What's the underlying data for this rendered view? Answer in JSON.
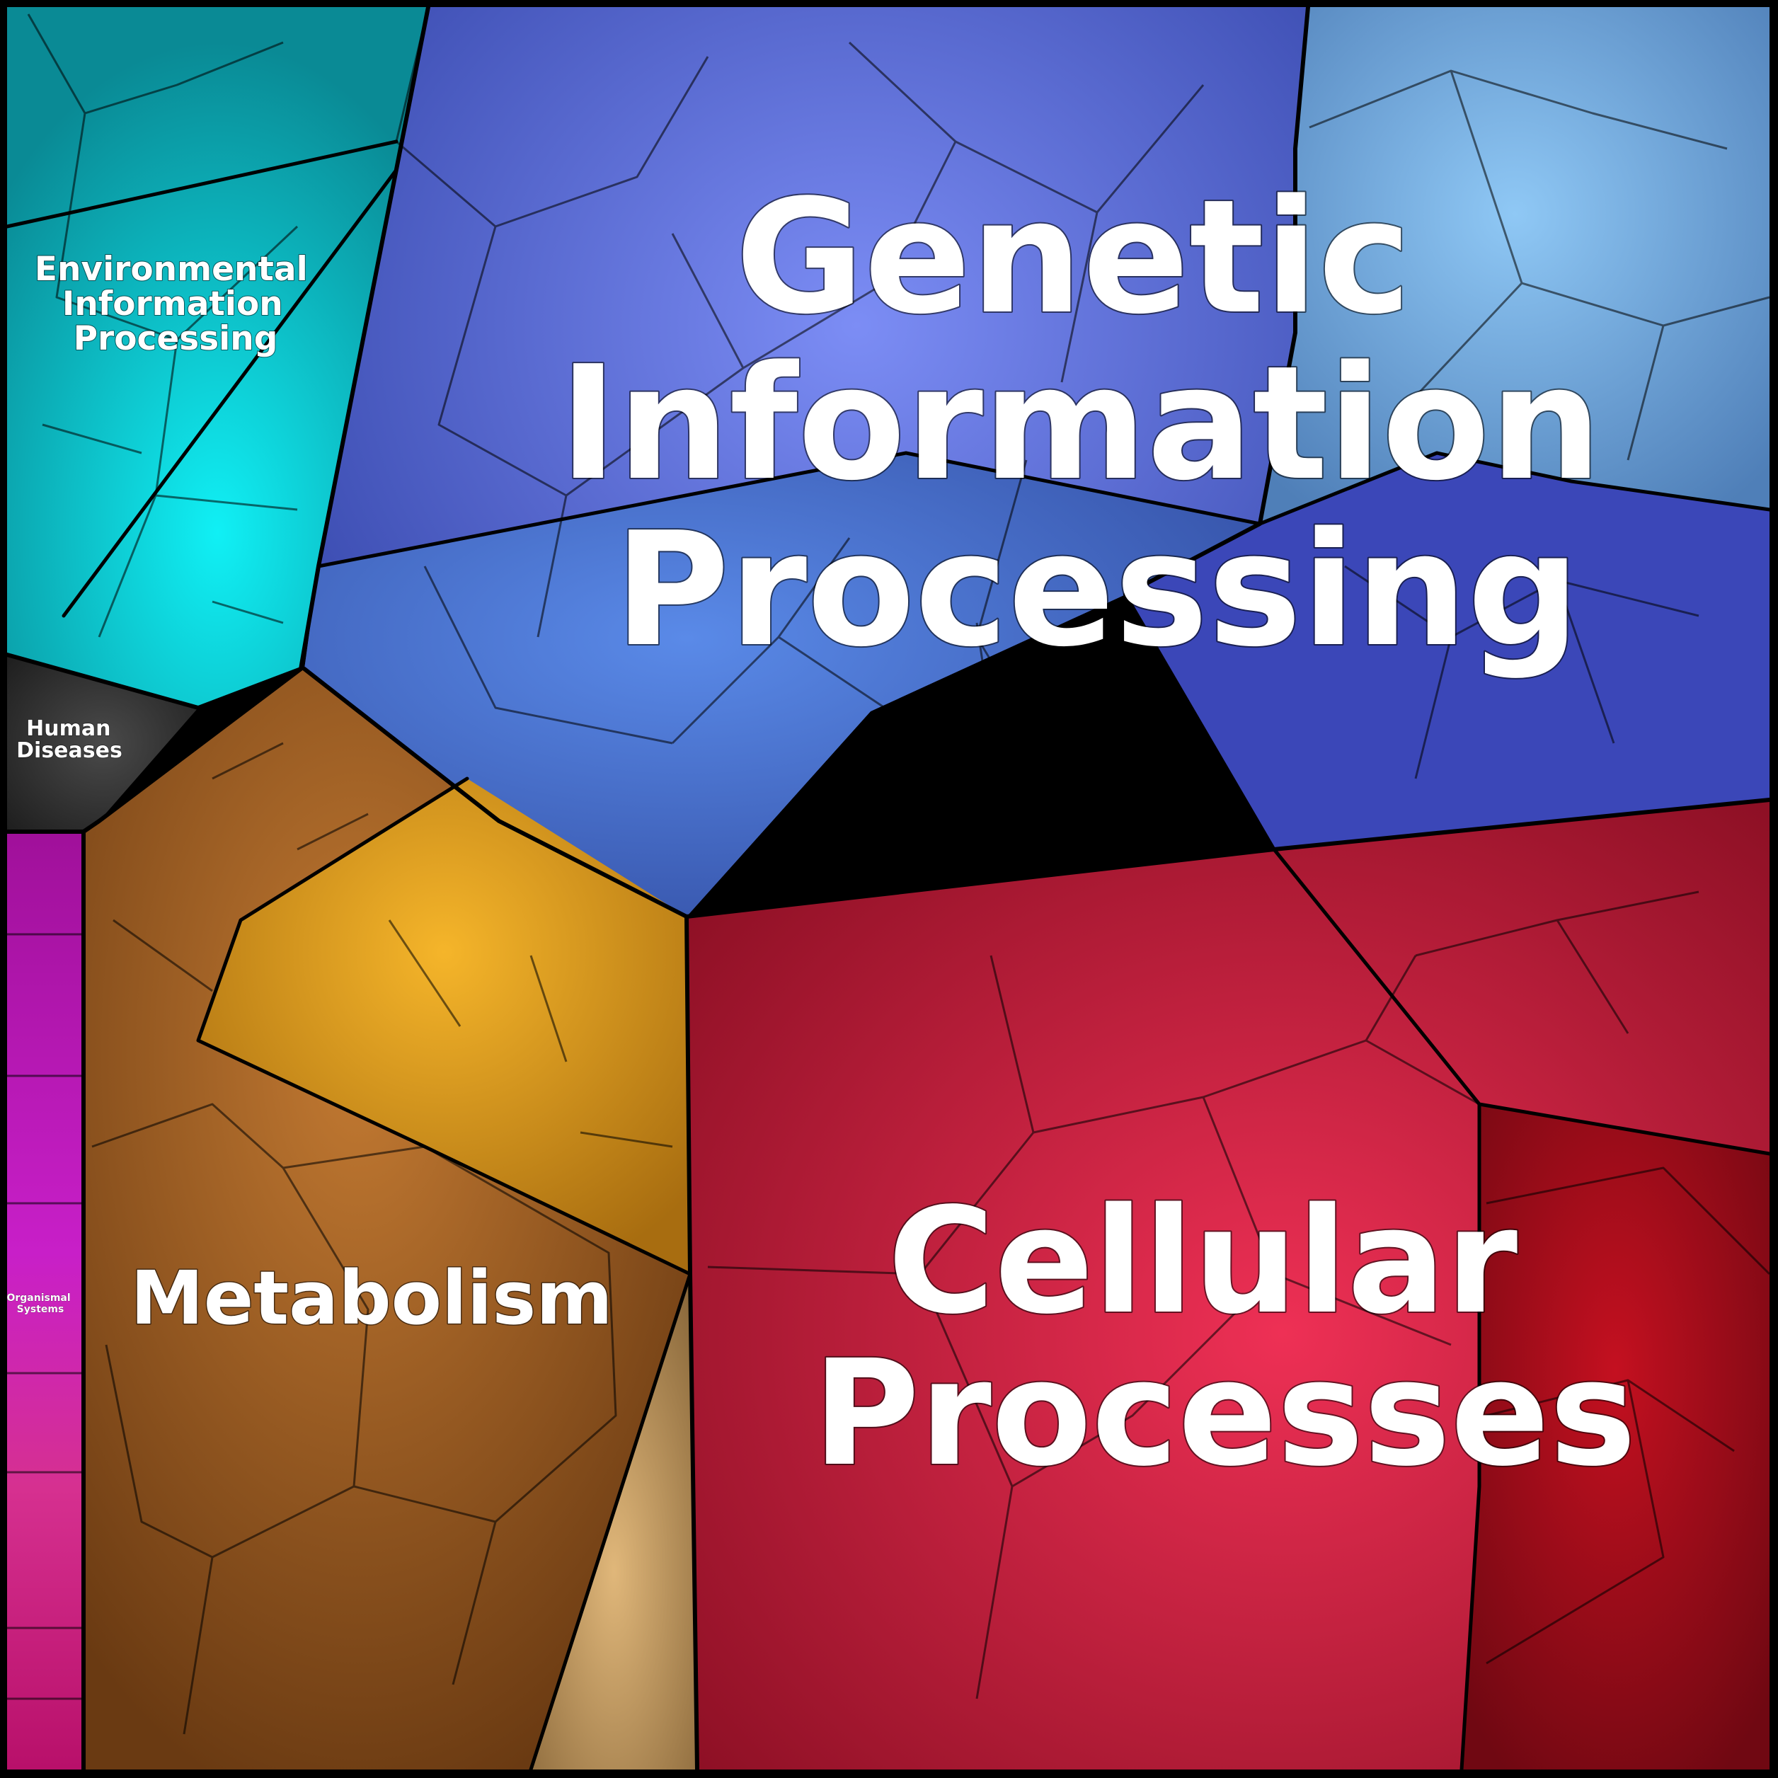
{
  "chart_data": {
    "type": "voronoi-treemap",
    "categories": [
      {
        "key": "genetic",
        "label_lines": [
          "Genetic",
          "Information",
          "Processing"
        ],
        "color": "#5a6fd8"
      },
      {
        "key": "cellular",
        "label_lines": [
          "Cellular",
          "Processes"
        ],
        "color": "#c8203e"
      },
      {
        "key": "metabolism",
        "label_lines": [
          "Metabolism"
        ],
        "color": "#b8741f"
      },
      {
        "key": "environmental",
        "label_lines": [
          "Environmental",
          "Information",
          "Processing"
        ],
        "color": "#10c4cc"
      },
      {
        "key": "human",
        "label_lines": [
          "Human",
          "Diseases"
        ],
        "color": "#3a3a3a"
      },
      {
        "key": "organismal",
        "label_lines": [
          "Organismal",
          "Systems"
        ],
        "color": "#c21fb5"
      }
    ]
  }
}
